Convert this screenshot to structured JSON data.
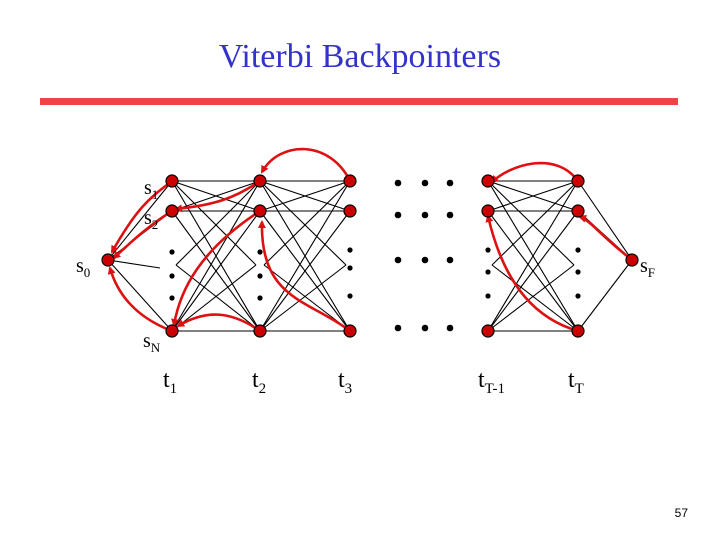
{
  "title": "Viterbi Backpointers",
  "page_number": "57",
  "state_labels": {
    "s1": {
      "base": "s",
      "sub": "1"
    },
    "s2": {
      "base": "s",
      "sub": "2"
    },
    "s0": {
      "base": "s",
      "sub": "0"
    },
    "sN": {
      "base": "s",
      "sub": "N"
    },
    "sF": {
      "base": "s",
      "sub": "F"
    }
  },
  "time_labels": {
    "t1": {
      "base": "t",
      "sub": "1"
    },
    "t2": {
      "base": "t",
      "sub": "2"
    },
    "t3": {
      "base": "t",
      "sub": "3"
    },
    "tT1": {
      "base": "t",
      "sub": "T-1"
    },
    "tT": {
      "base": "t",
      "sub": "T"
    }
  },
  "colors": {
    "title": "#3333cc",
    "rule": "#ee4444",
    "node_fill": "#cc0000",
    "arrow": "#dd1111",
    "edge": "#000000"
  }
}
